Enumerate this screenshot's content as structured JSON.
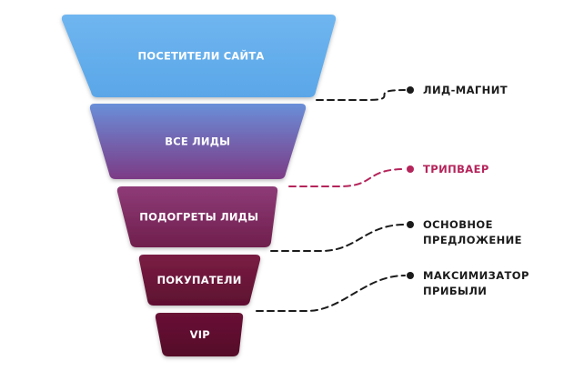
{
  "funnel": {
    "stages": [
      {
        "label": "ПОСЕТИТЕЛИ САЙТА",
        "color_top": "#6fb6f0",
        "color_bottom": "#5aa6e8"
      },
      {
        "label": "ВСЕ ЛИДЫ",
        "color_top": "#6a8ed8",
        "color_bottom": "#7c3b86"
      },
      {
        "label": "ПОДОГРЕТЫ ЛИДЫ",
        "color_top": "#8e3b78",
        "color_bottom": "#6f1f4c"
      },
      {
        "label": "ПОКУПАТЕЛИ",
        "color_top": "#7a1d44",
        "color_bottom": "#5e1030"
      },
      {
        "label": "VIP",
        "color_top": "#6a1236",
        "color_bottom": "#540b28"
      }
    ]
  },
  "offers": [
    {
      "lines": [
        "ЛИД-МАГНИТ"
      ],
      "color": "#1b1b1b",
      "dash_color": "#1b1b1b"
    },
    {
      "lines": [
        "ТРИПВАЕР"
      ],
      "color": "#b5245a",
      "dash_color": "#b5245a"
    },
    {
      "lines": [
        "ОСНОВНОЕ",
        "ПРЕДЛОЖЕНИЕ"
      ],
      "color": "#1b1b1b",
      "dash_color": "#1b1b1b"
    },
    {
      "lines": [
        "МАКСИМИЗАТОР",
        "ПРИБЫЛИ"
      ],
      "color": "#1b1b1b",
      "dash_color": "#1b1b1b"
    }
  ]
}
